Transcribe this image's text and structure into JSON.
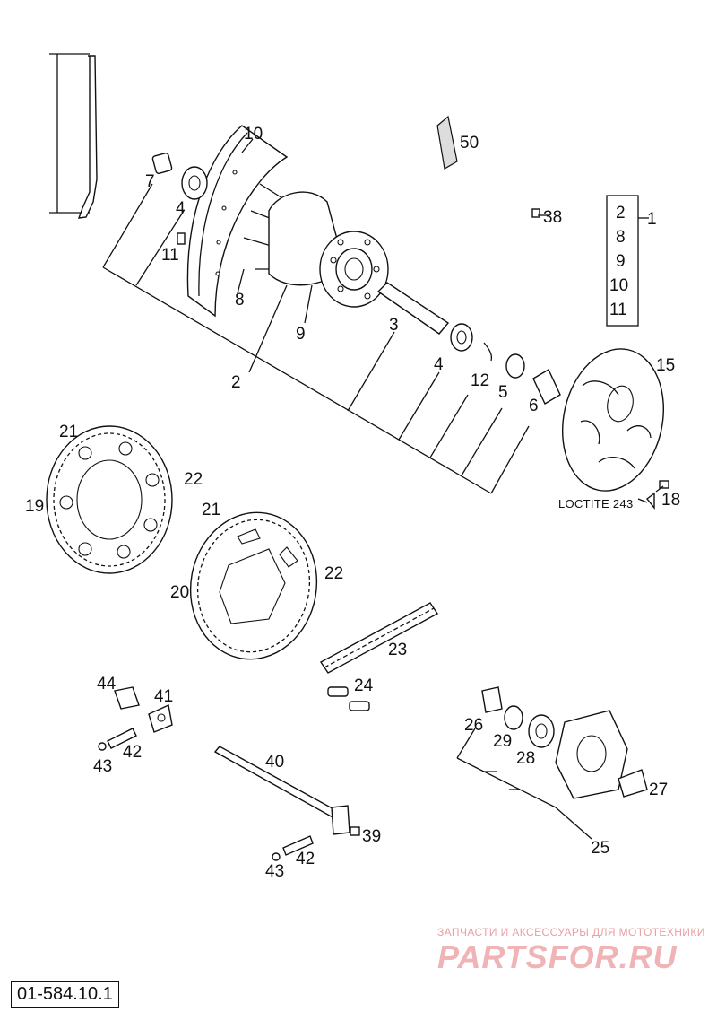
{
  "labels": {
    "p1": "1",
    "p2a": "2",
    "p3": "3",
    "p4a": "4",
    "p4b": "4",
    "p5": "5",
    "p6": "6",
    "p7": "7",
    "p8a": "8",
    "p9a": "9",
    "p10a": "10",
    "p11a": "11",
    "p12": "12",
    "p15": "15",
    "p18": "18",
    "p19": "19",
    "p20": "20",
    "p21a": "21",
    "p21b": "21",
    "p22a": "22",
    "p22b": "22",
    "p23": "23",
    "p24": "24",
    "p25": "25",
    "p26": "26",
    "p27": "27",
    "p28": "28",
    "p29": "29",
    "p38": "38",
    "p39": "39",
    "p40": "40",
    "p41": "41",
    "p42a": "42",
    "p42b": "42",
    "p43a": "43",
    "p43b": "43",
    "p44": "44",
    "p50": "50"
  },
  "kit_box": {
    "items": [
      "2",
      "8",
      "9",
      "10",
      "11"
    ]
  },
  "note_loctite": "LOCTITE 243",
  "watermark": {
    "tagline": "ЗАПЧАСТИ И АКСЕССУАРЫ ДЛЯ МОТОТЕХНИКИ",
    "brand": "PARTSFOR.RU"
  },
  "diagram_ref": "01-584.10.1"
}
